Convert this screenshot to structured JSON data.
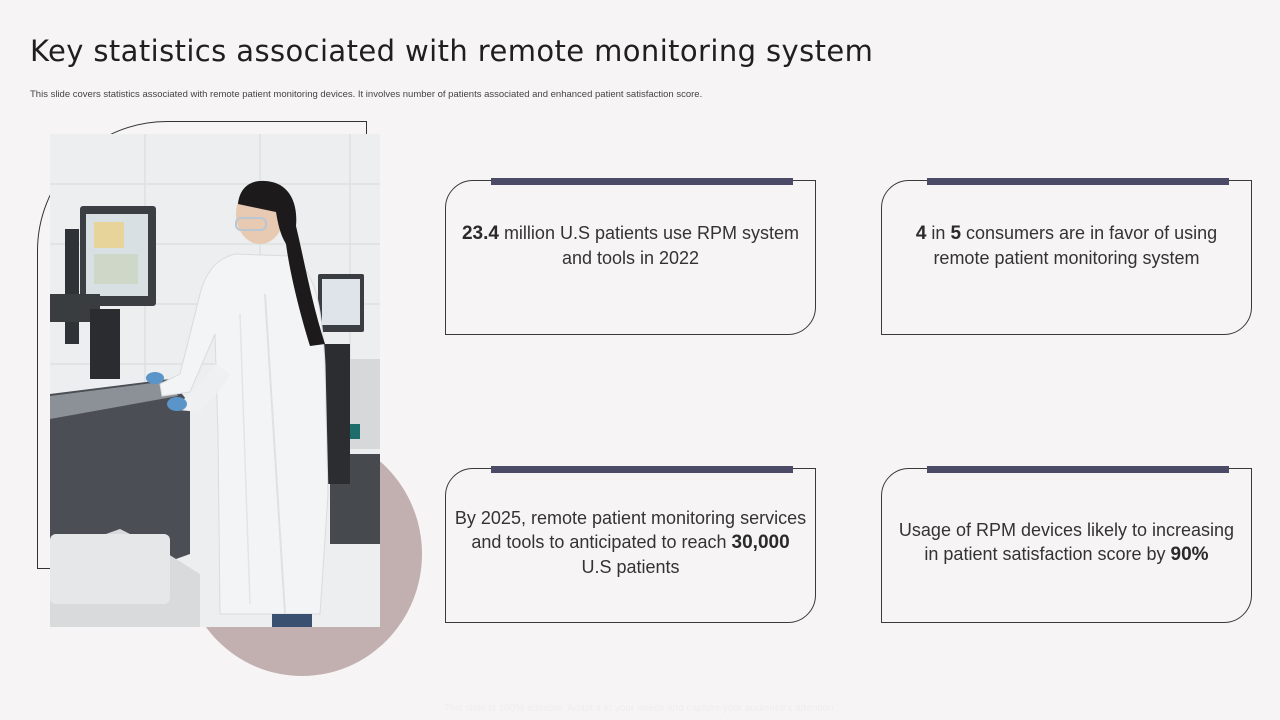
{
  "slide": {
    "title": "Key statistics associated with remote monitoring system",
    "subtitle": "This slide covers statistics associated with remote patient monitoring devices. It involves number of patients associated and enhanced patient satisfaction score.",
    "footer": "This slide is 100% editable. Adapt it to your needs and capture your audience's attention."
  },
  "stats": [
    {
      "highlight": "23.4",
      "text": " million U.S patients use RPM system and tools in 2022"
    },
    {
      "highlight_a": "4",
      "mid": " in ",
      "highlight_b": "5",
      "text": " consumers are in favor of using remote patient monitoring system"
    },
    {
      "lead": "By 2025, remote patient monitoring services and tools to anticipated to reach ",
      "highlight": "30,000",
      "text": " U.S patients"
    },
    {
      "lead": "Usage of RPM devices likely to increasing in patient satisfaction score by ",
      "highlight": "90%"
    }
  ],
  "colors": {
    "background": "#f6f4f5",
    "accent_bar": "#4b4b67",
    "circle": "#c2b0b1"
  }
}
